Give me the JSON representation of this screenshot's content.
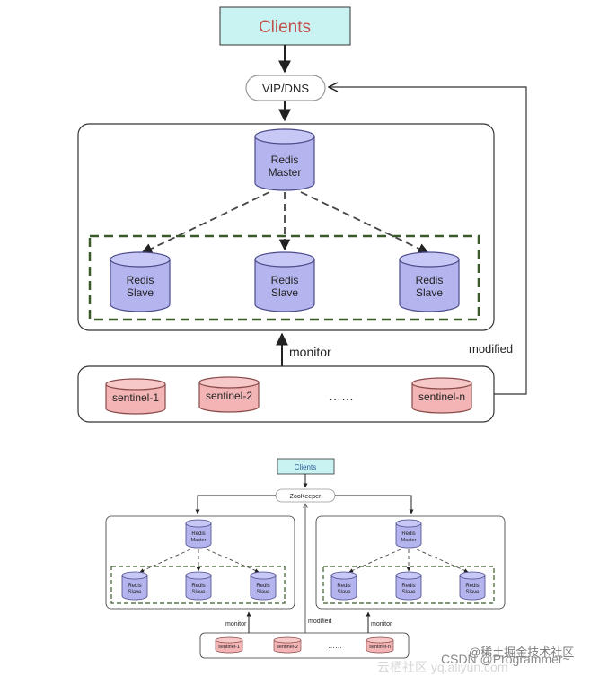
{
  "top_diagram": {
    "clients": "Clients",
    "vip_dns": "VIP/DNS",
    "master": [
      "Redis",
      "Master"
    ],
    "slaves": [
      [
        "Redis",
        "Slave"
      ],
      [
        "Redis",
        "Slave"
      ],
      [
        "Redis",
        "Slave"
      ]
    ],
    "monitor": "monitor",
    "modified": "modified",
    "sentinels": [
      "sentinel-1",
      "sentinel-2",
      "sentinel-n"
    ],
    "ellipsis": "……"
  },
  "bottom_diagram": {
    "clients": "Clients",
    "zookeeper": "ZooKeeper",
    "groups": [
      {
        "master": [
          "Redis",
          "Master"
        ],
        "slaves": [
          [
            "Redis",
            "Slave"
          ],
          [
            "Redis",
            "Slave"
          ],
          [
            "Redis",
            "Slave"
          ]
        ]
      },
      {
        "master": [
          "Redis",
          "Master"
        ],
        "slaves": [
          [
            "Redis",
            "Slave"
          ],
          [
            "Redis",
            "Slave"
          ],
          [
            "Redis",
            "Slave"
          ]
        ]
      }
    ],
    "monitor_left": "monitor",
    "monitor_right": "monitor",
    "modified": "modified",
    "sentinels": [
      "sentinel-1",
      "sentinel-2",
      "sentinel-n"
    ],
    "ellipsis": "……"
  },
  "watermarks": {
    "line1": "@稀土掘金技术社区",
    "line2": "CSDN @Programmer~",
    "faint": "云栖社区 yq.aliyun.com"
  },
  "colors": {
    "clients_fill": "#c9f2f2",
    "clients_text": "#c0504d",
    "cylinder_fill": "#b4b4ee",
    "cylinder_stroke": "#4a4a8a",
    "sentinel_fill": "#f2b4b4",
    "sentinel_stroke": "#8a4a4a",
    "group_dash": "#3a5a2a"
  }
}
